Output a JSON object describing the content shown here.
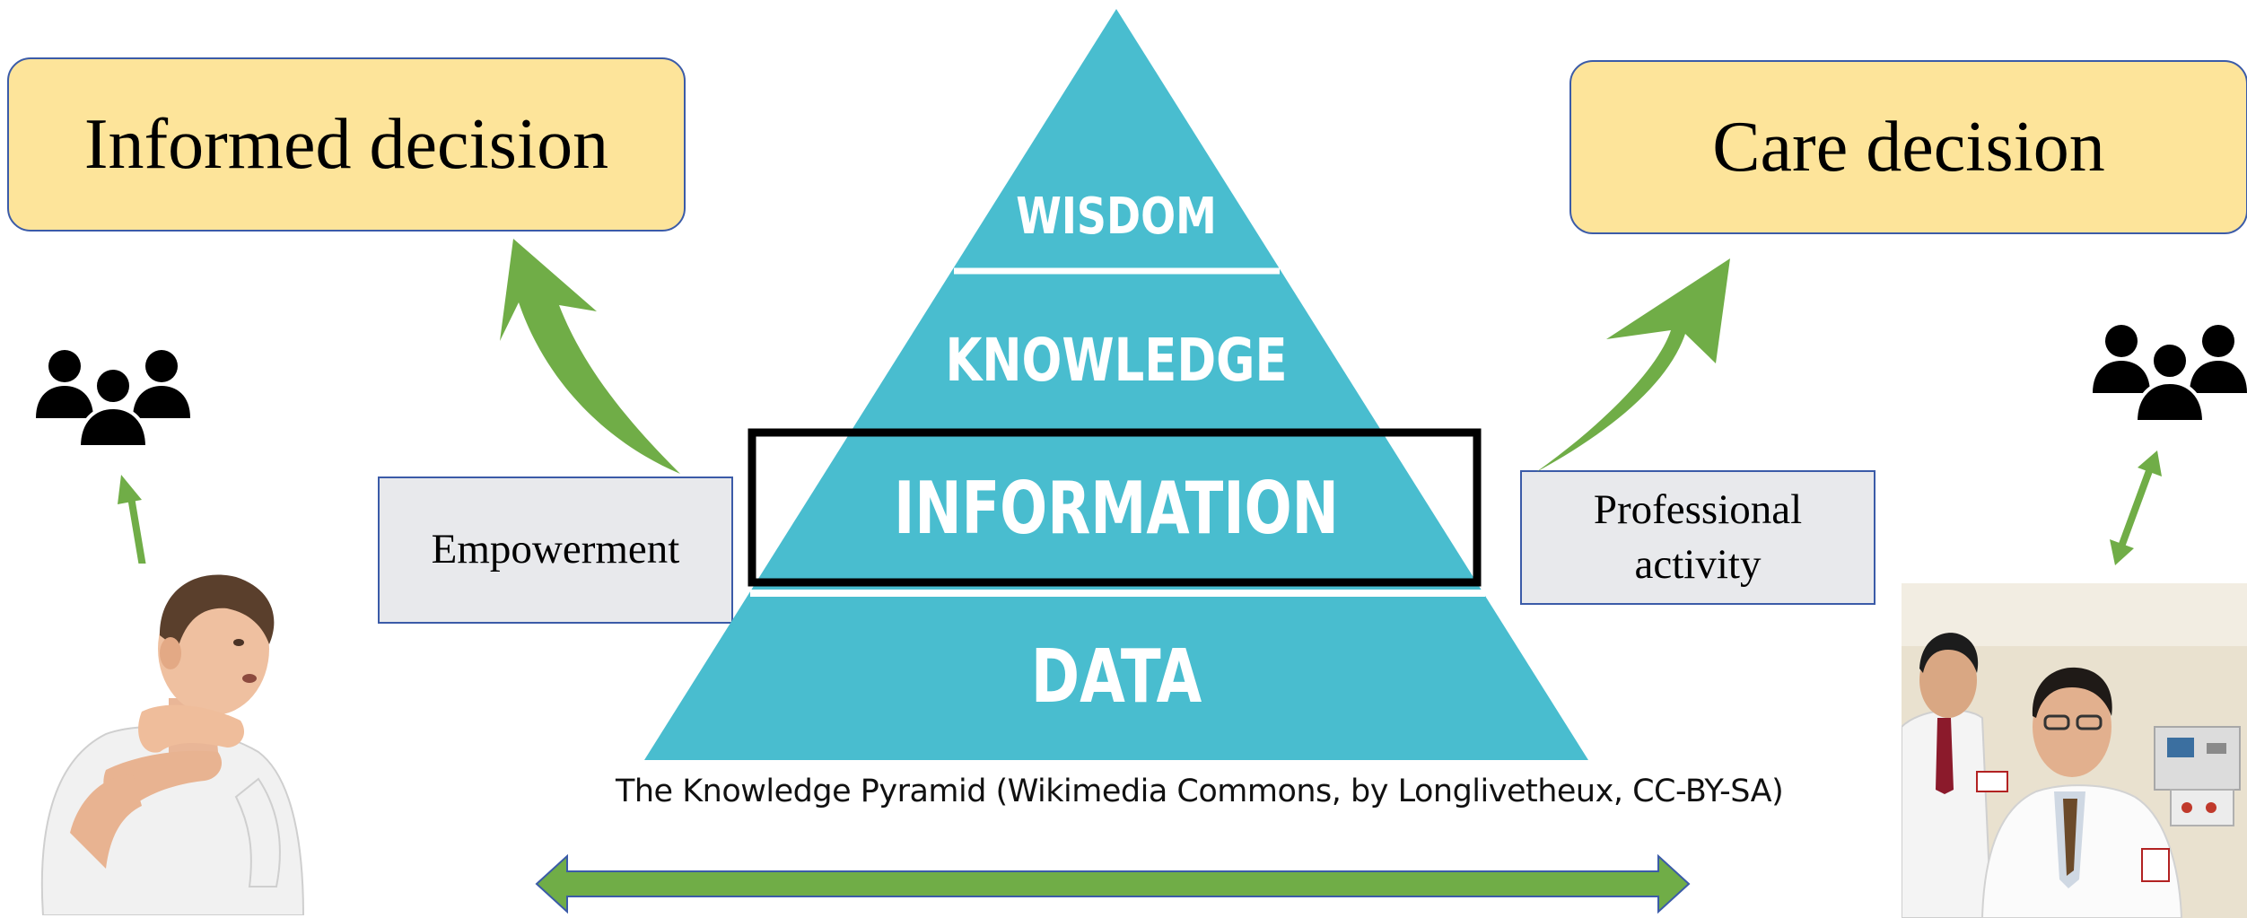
{
  "left_decision": "Informed decision",
  "right_decision": "Care decision",
  "left_label": "Empowerment",
  "right_label_line1": "Professional",
  "right_label_line2": "activity",
  "pyramid": {
    "levels": [
      "WISDOM",
      "KNOWLEDGE",
      "INFORMATION",
      "DATA"
    ],
    "highlighted_level": "INFORMATION",
    "caption": "The Knowledge Pyramid (Wikimedia Commons, by Longlivetheux, CC-BY-SA)"
  },
  "colors": {
    "pyramid_fill": "#49bdcf",
    "decision_box_fill": "#fde49a",
    "label_box_fill": "#e8e9ec",
    "box_border": "#3b5ba8",
    "arrow_green": "#70ad47",
    "highlight_frame": "#000000"
  },
  "icons": {
    "group_left": "people-group-icon",
    "group_right": "people-group-icon",
    "patient_photo": "patient-illustration",
    "clinicians_photo": "clinicians-photo"
  }
}
